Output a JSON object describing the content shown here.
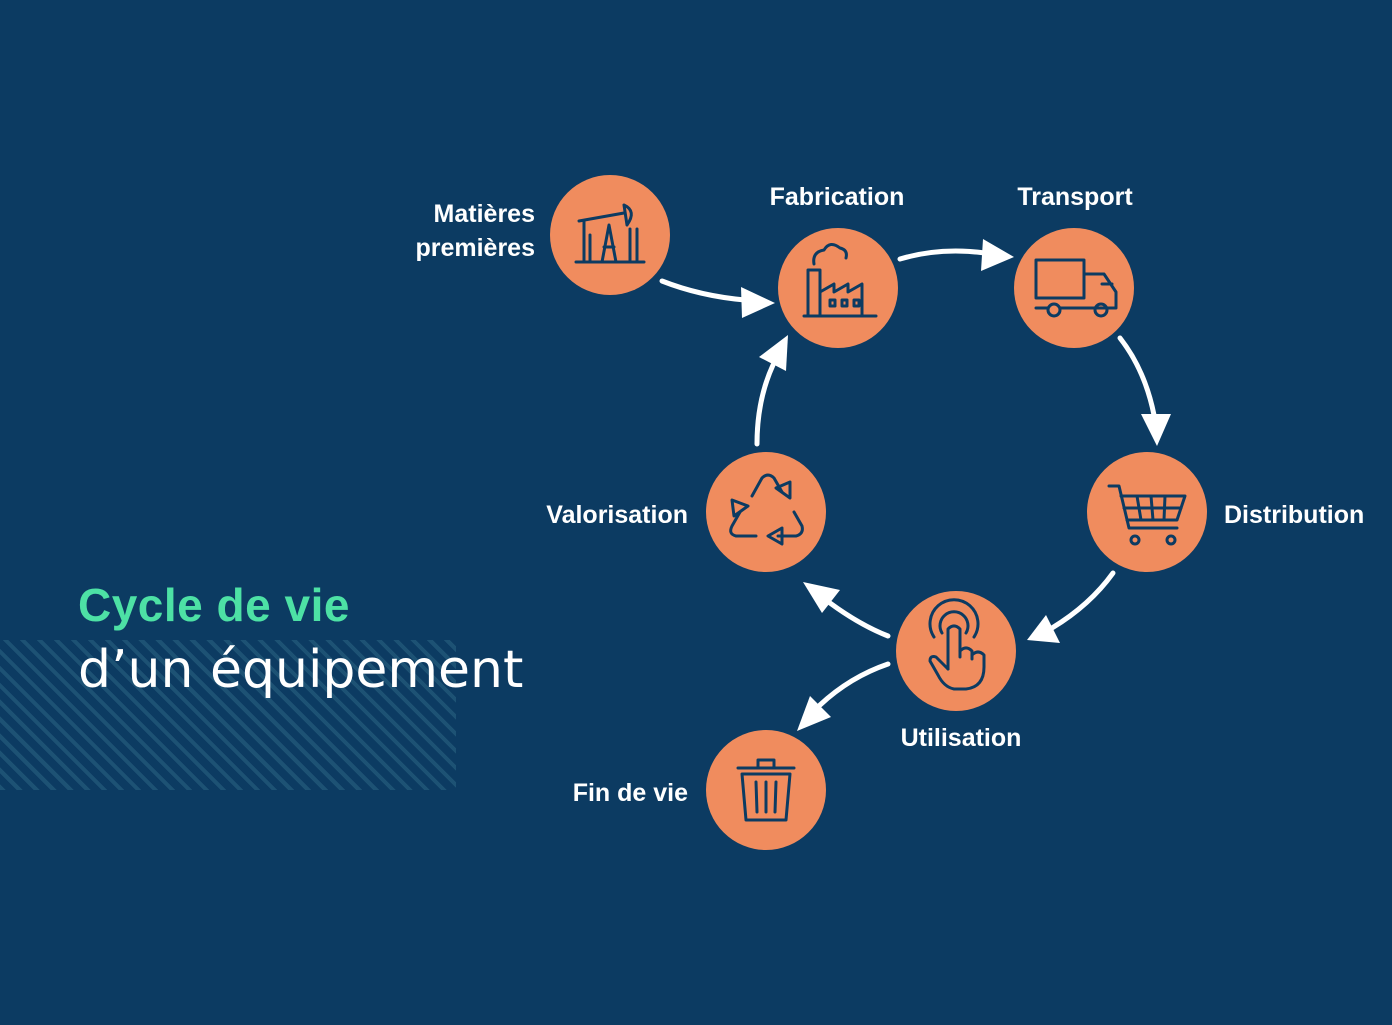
{
  "title": {
    "line1": "Cycle de vie",
    "line2": "d’un équipement"
  },
  "stages": {
    "matieres_line1": "Matières",
    "matieres_line2": "premières",
    "fabrication": "Fabrication",
    "transport": "Transport",
    "distribution": "Distribution",
    "utilisation": "Utilisation",
    "valorisation": "Valorisation",
    "fin_de_vie": "Fin de vie"
  },
  "icons": {
    "matieres": "oil-pump-icon",
    "fabrication": "factory-icon",
    "transport": "truck-icon",
    "distribution": "shopping-cart-icon",
    "utilisation": "touch-hand-icon",
    "valorisation": "recycle-icon",
    "fin_de_vie": "trash-bin-icon"
  },
  "colors": {
    "background": "#0c3b62",
    "node": "#f08c5e",
    "title_accent": "#4de1a5",
    "text": "#ffffff"
  }
}
